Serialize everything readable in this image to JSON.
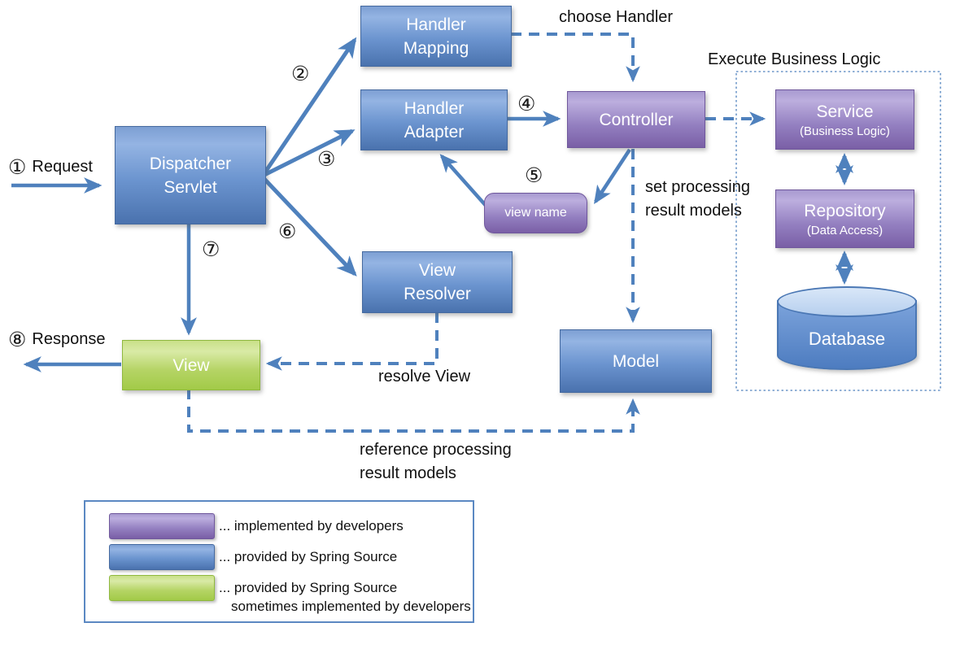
{
  "nodes": {
    "dispatcher_servlet": {
      "line1": "Dispatcher",
      "line2": "Servlet"
    },
    "handler_mapping": {
      "line1": "Handler",
      "line2": "Mapping"
    },
    "handler_adapter": {
      "line1": "Handler",
      "line2": "Adapter"
    },
    "view_resolver": {
      "line1": "View",
      "line2": "Resolver"
    },
    "controller": {
      "label": "Controller"
    },
    "view_name": {
      "label": "view name"
    },
    "view": {
      "label": "View"
    },
    "model": {
      "label": "Model"
    },
    "service": {
      "label": "Service",
      "sublabel": "(Business Logic)"
    },
    "repository": {
      "label": "Repository",
      "sublabel": "(Data Access)"
    },
    "database": {
      "label": "Database"
    }
  },
  "steps": {
    "step1": {
      "badge": "①",
      "label": "Request"
    },
    "step2": {
      "badge": "②"
    },
    "step3": {
      "badge": "③"
    },
    "step4": {
      "badge": "④"
    },
    "step5": {
      "badge": "⑤"
    },
    "step6": {
      "badge": "⑥"
    },
    "step7": {
      "badge": "⑦"
    },
    "step8": {
      "badge": "⑧",
      "label": "Response"
    }
  },
  "annotations": {
    "choose_handler": "choose Handler",
    "execute_business_logic": "Execute Business Logic",
    "set_processing_line1": "set processing",
    "set_processing_line2": "result models",
    "resolve_view": "resolve View",
    "reference_line1": "reference processing",
    "reference_line2": "result models"
  },
  "legend": {
    "items": [
      {
        "swatch": "purple",
        "line1": "... implemented by developers"
      },
      {
        "swatch": "blue",
        "line1": "... provided by Spring Source"
      },
      {
        "swatch": "green",
        "line1": "... provided by Spring Source",
        "line2": "sometimes implemented by developers"
      }
    ]
  },
  "colors": {
    "connector": "#4f81bd",
    "blue_node": "#6b94cf",
    "purple_node": "#937fc0",
    "green_node": "#b5d465",
    "text": "#111111",
    "background": "#ffffff"
  }
}
